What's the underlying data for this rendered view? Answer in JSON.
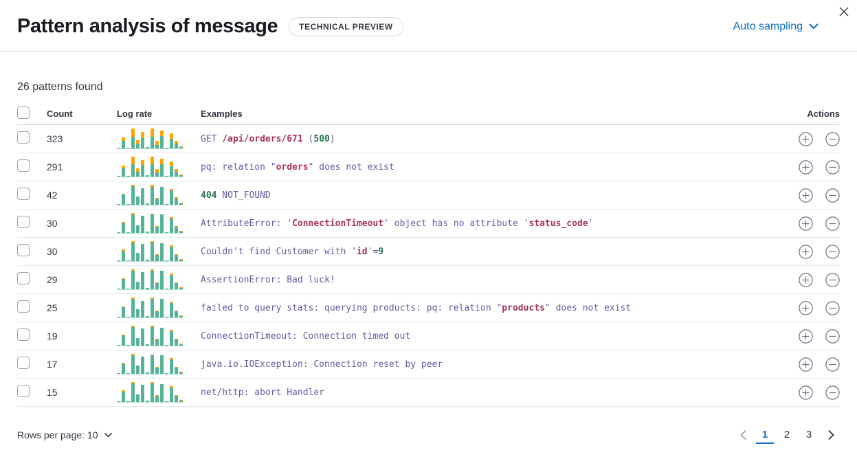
{
  "header": {
    "title": "Pattern analysis of message",
    "badge": "TECHNICAL PREVIEW",
    "sampling_label": "Auto sampling"
  },
  "summary": "26 patterns found",
  "table": {
    "columns": {
      "count": "Count",
      "log_rate": "Log rate",
      "examples": "Examples",
      "actions": "Actions"
    },
    "rows": [
      {
        "count": "323",
        "tokens": [
          {
            "t": "GET ",
            "c": "p"
          },
          {
            "t": "/api/orders/671",
            "c": "m"
          },
          {
            "t": " (",
            "c": "p"
          },
          {
            "t": "500",
            "c": "g"
          },
          {
            "t": ")",
            "c": "p"
          }
        ],
        "spark": {
          "green": [
            3,
            36,
            3,
            55,
            22,
            50,
            4,
            55,
            16,
            58,
            3,
            45,
            22,
            5
          ],
          "orange": [
            0,
            16,
            0,
            40,
            15,
            30,
            0,
            40,
            18,
            28,
            0,
            28,
            12,
            5
          ]
        }
      },
      {
        "count": "291",
        "tokens": [
          {
            "t": "pq: relation \"",
            "c": "p"
          },
          {
            "t": "orders",
            "c": "m"
          },
          {
            "t": "\" does not exist",
            "c": "p"
          }
        ],
        "spark": {
          "green": [
            3,
            38,
            3,
            58,
            23,
            54,
            4,
            58,
            18,
            60,
            3,
            47,
            22,
            5
          ],
          "orange": [
            0,
            14,
            0,
            36,
            14,
            26,
            0,
            36,
            16,
            26,
            0,
            26,
            12,
            5
          ]
        }
      },
      {
        "count": "42",
        "tokens": [
          {
            "t": "404",
            "c": "g"
          },
          {
            "t": " NOT_FOUND",
            "c": "p"
          }
        ],
        "spark": {
          "green": [
            3,
            48,
            3,
            88,
            37,
            80,
            4,
            86,
            28,
            86,
            3,
            68,
            29,
            4
          ],
          "orange": [
            0,
            5,
            0,
            6,
            0,
            0,
            0,
            9,
            5,
            0,
            0,
            6,
            5,
            6
          ]
        }
      },
      {
        "count": "30",
        "tokens": [
          {
            "t": "AttributeError: '",
            "c": "p"
          },
          {
            "t": "ConnectionTimeout",
            "c": "m"
          },
          {
            "t": "' object has no attribute '",
            "c": "p"
          },
          {
            "t": "status_code",
            "c": "m"
          },
          {
            "t": "'",
            "c": "p"
          }
        ],
        "spark": {
          "green": [
            3,
            47,
            3,
            90,
            36,
            82,
            4,
            87,
            28,
            88,
            3,
            69,
            28,
            4
          ],
          "orange": [
            0,
            4,
            0,
            5,
            0,
            0,
            0,
            6,
            5,
            0,
            0,
            5,
            4,
            5
          ]
        }
      },
      {
        "count": "30",
        "tokens": [
          {
            "t": "Couldn't find Customer with '",
            "c": "p"
          },
          {
            "t": "id",
            "c": "m"
          },
          {
            "t": "'=",
            "c": "p"
          },
          {
            "t": "9",
            "c": "g"
          }
        ],
        "spark": {
          "green": [
            3,
            49,
            3,
            89,
            37,
            81,
            4,
            88,
            29,
            86,
            3,
            70,
            29,
            4
          ],
          "orange": [
            0,
            5,
            0,
            5,
            0,
            0,
            0,
            6,
            4,
            0,
            0,
            5,
            4,
            5
          ]
        }
      },
      {
        "count": "29",
        "tokens": [
          {
            "t": "AssertionError: Bad luck!",
            "c": "p"
          }
        ],
        "spark": {
          "green": [
            3,
            48,
            3,
            90,
            36,
            83,
            4,
            88,
            28,
            87,
            3,
            69,
            28,
            4
          ],
          "orange": [
            0,
            5,
            0,
            5,
            0,
            0,
            0,
            6,
            4,
            0,
            0,
            5,
            4,
            5
          ]
        }
      },
      {
        "count": "25",
        "tokens": [
          {
            "t": "failed to query stats: querying products: pq: relation \"",
            "c": "p"
          },
          {
            "t": "products",
            "c": "m"
          },
          {
            "t": "\" does not exist",
            "c": "p"
          }
        ],
        "spark": {
          "green": [
            3,
            47,
            3,
            89,
            37,
            80,
            4,
            87,
            29,
            87,
            3,
            68,
            29,
            4
          ],
          "orange": [
            0,
            5,
            0,
            6,
            0,
            0,
            0,
            7,
            4,
            0,
            0,
            6,
            4,
            5
          ]
        }
      },
      {
        "count": "19",
        "tokens": [
          {
            "t": "ConnectionTimeout: Connection timed out",
            "c": "p"
          }
        ],
        "spark": {
          "green": [
            3,
            48,
            3,
            90,
            36,
            82,
            4,
            88,
            28,
            86,
            3,
            69,
            28,
            4
          ],
          "orange": [
            0,
            4,
            0,
            5,
            0,
            0,
            0,
            6,
            4,
            0,
            0,
            5,
            4,
            5
          ]
        }
      },
      {
        "count": "17",
        "tokens": [
          {
            "t": "java.io.IOException: Connection reset by peer",
            "c": "p"
          }
        ],
        "spark": {
          "green": [
            3,
            48,
            3,
            89,
            37,
            81,
            4,
            87,
            29,
            87,
            3,
            69,
            29,
            4
          ],
          "orange": [
            0,
            4,
            0,
            5,
            0,
            0,
            0,
            6,
            4,
            0,
            0,
            5,
            4,
            5
          ]
        }
      },
      {
        "count": "15",
        "tokens": [
          {
            "t": "net/http: abort Handler",
            "c": "p"
          }
        ],
        "spark": {
          "green": [
            3,
            49,
            3,
            90,
            36,
            82,
            4,
            88,
            28,
            86,
            3,
            70,
            28,
            4
          ],
          "orange": [
            0,
            5,
            0,
            5,
            0,
            0,
            0,
            7,
            4,
            0,
            0,
            6,
            4,
            6
          ]
        }
      }
    ]
  },
  "footer": {
    "rows_per_page_label": "Rows per page: 10",
    "pagination": {
      "pages": [
        "1",
        "2",
        "3"
      ],
      "active": "1"
    }
  },
  "colors": {
    "link_blue": "#0b6cc4",
    "bar_green": "#54b399",
    "bar_orange": "#ffa400",
    "token_purple": "#69589e",
    "token_maroon": "#a7325d",
    "token_green": "#247452",
    "icon_gray": "#69707d",
    "border": "#d3dae6"
  }
}
